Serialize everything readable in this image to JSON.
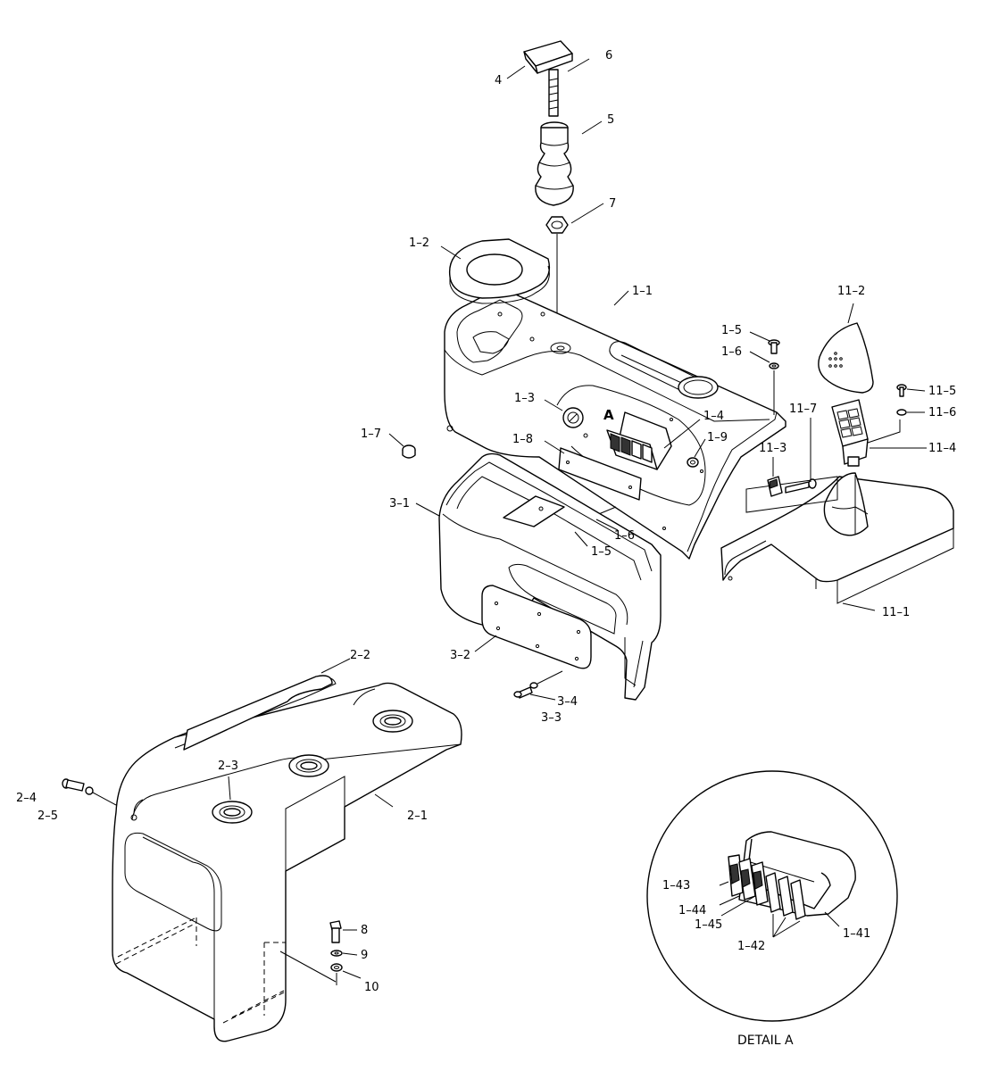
{
  "diagram": {
    "detail_title": "DETAIL A",
    "detail_marker": "A",
    "labels": {
      "l4": "4",
      "l6": "6",
      "l5": "5",
      "l7": "7",
      "l1_2": "1–2",
      "l1_1": "1–1",
      "l1_5a": "1–5",
      "l1_6a": "1–6",
      "l1_3": "1–3",
      "l1_4": "1–4",
      "l1_8": "1–8",
      "l1_9": "1–9",
      "l1_7": "1–7",
      "l1_6b": "1–6",
      "l1_5b": "1–5",
      "l11_2": "11–2",
      "l11_5": "11–5",
      "l11_6": "11–6",
      "l11_7": "11–7",
      "l11_3": "11–3",
      "l11_4": "11–4",
      "l11_1": "11–1",
      "l3_1": "3–1",
      "l3_2": "3–2",
      "l3_4": "3–4",
      "l3_3": "3–3",
      "l2_2": "2–2",
      "l2_3": "2–3",
      "l2_4": "2–4",
      "l2_5": "2–5",
      "l2_1": "2–1",
      "l8": "8",
      "l9": "9",
      "l10": "10",
      "l1_43": "1–43",
      "l1_44": "1–44",
      "l1_45": "1–45",
      "l1_42": "1–42",
      "l1_41": "1–41"
    }
  }
}
